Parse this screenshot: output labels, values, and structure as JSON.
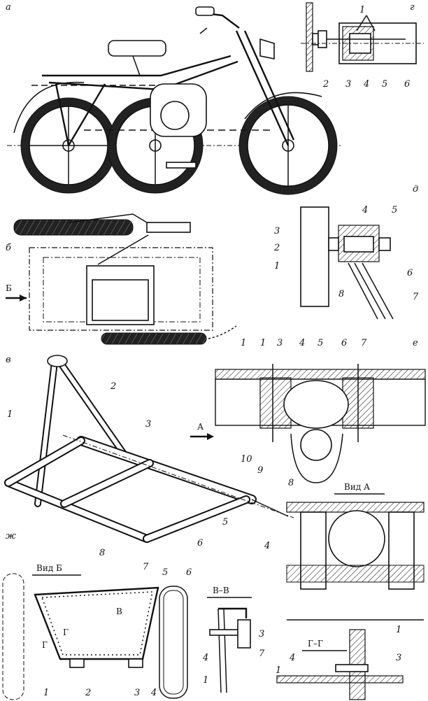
{
  "panels": {
    "a": "а",
    "b": "б",
    "v": "в",
    "g": "г",
    "d": "д",
    "e": "е",
    "zh": "ж"
  },
  "views": {
    "vid_b": "Вид Б",
    "vid_a": "Вид А",
    "section_vv": "В–В",
    "section_gg": "Г–Г"
  },
  "arrows": {
    "b": "Б",
    "a": "А",
    "v": "В",
    "g1": "Г",
    "g2": "Г"
  },
  "callouts": {
    "g": [
      "1",
      "2",
      "3",
      "4",
      "5",
      "6"
    ],
    "d": [
      "1",
      "2",
      "3",
      "4",
      "5",
      "6",
      "7",
      "8"
    ],
    "v": [
      "1",
      "2",
      "3",
      "4",
      "5",
      "6",
      "7",
      "8"
    ],
    "e": [
      "1",
      "1",
      "3",
      "4",
      "5",
      "6",
      "7",
      "8",
      "9",
      "10"
    ],
    "zh": [
      "1",
      "2",
      "3",
      "4",
      "5",
      "6"
    ],
    "vv": [
      "3",
      "4",
      "7",
      "1"
    ],
    "gg": [
      "1",
      "4",
      "3",
      "1"
    ]
  }
}
